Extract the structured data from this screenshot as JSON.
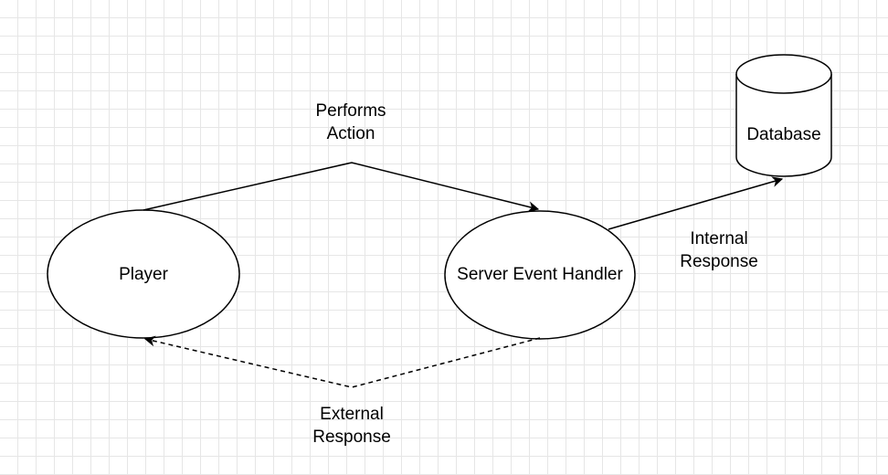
{
  "nodes": {
    "player": {
      "label": "Player"
    },
    "server": {
      "label": "Server Event Handler"
    },
    "database": {
      "label": "Database"
    }
  },
  "edges": {
    "performs_action": {
      "label": "Performs\nAction"
    },
    "internal_response": {
      "label": "Internal\nResponse"
    },
    "external_response": {
      "label": "External\nResponse"
    }
  },
  "colors": {
    "stroke": "#000000",
    "grid": "#e6e6e6",
    "background": "#ffffff"
  }
}
